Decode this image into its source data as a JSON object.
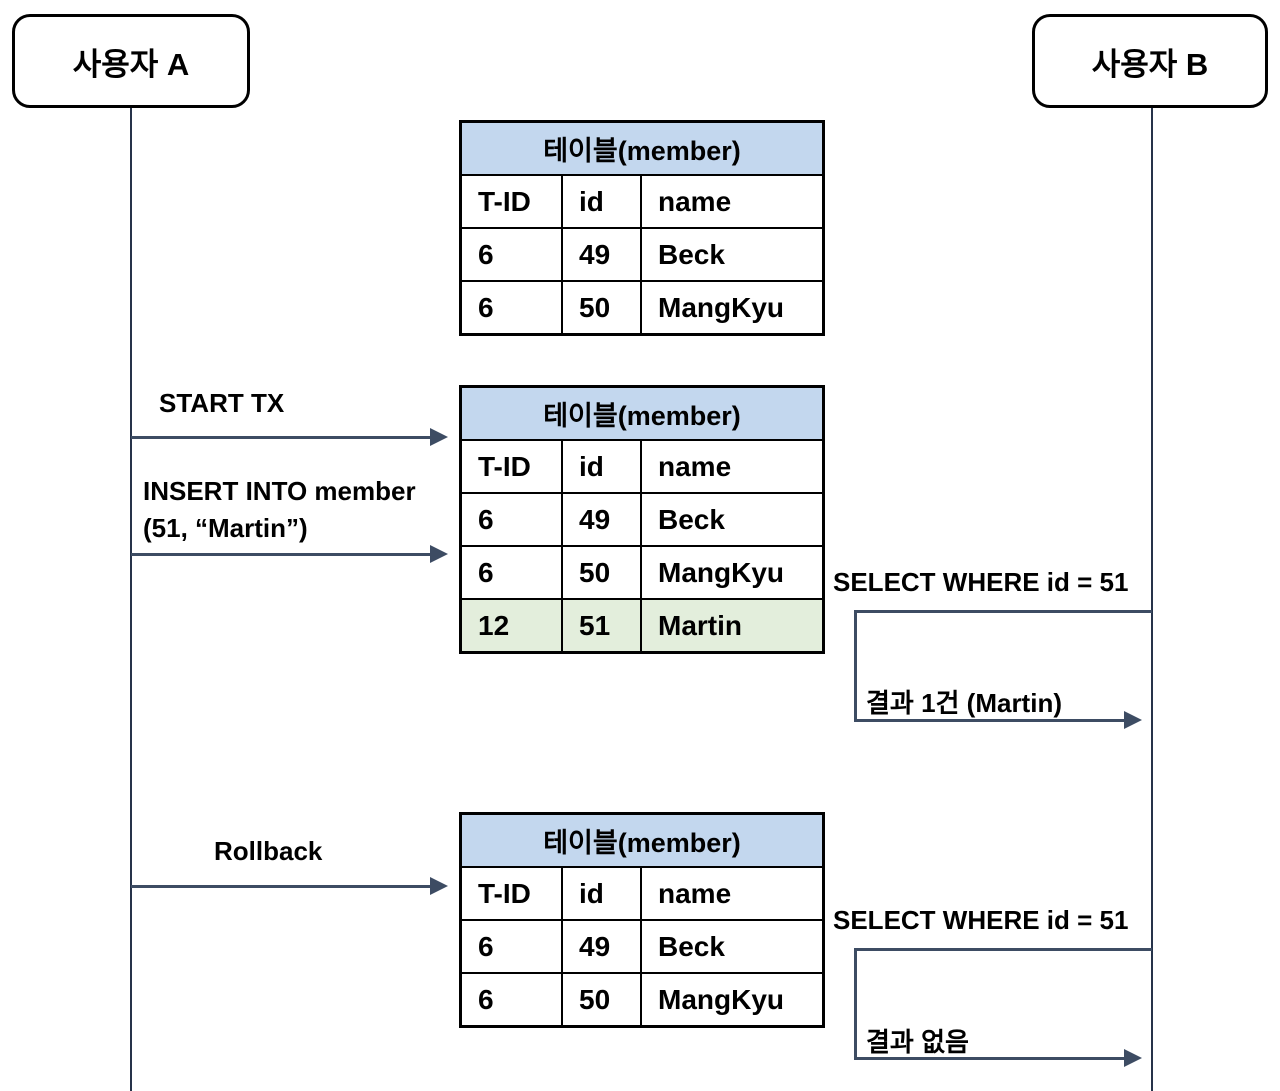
{
  "actors": {
    "a": "사용자 A",
    "b": "사용자 B"
  },
  "tables": [
    {
      "title": "테이블(member)",
      "columns": [
        "T-ID",
        "id",
        "name"
      ],
      "rows": [
        [
          "6",
          "49",
          "Beck"
        ],
        [
          "6",
          "50",
          "MangKyu"
        ]
      ]
    },
    {
      "title": "테이블(member)",
      "columns": [
        "T-ID",
        "id",
        "name"
      ],
      "rows": [
        [
          "6",
          "49",
          "Beck"
        ],
        [
          "6",
          "50",
          "MangKyu"
        ],
        [
          "12",
          "51",
          "Martin"
        ]
      ],
      "highlighted_row_index": 2
    },
    {
      "title": "테이블(member)",
      "columns": [
        "T-ID",
        "id",
        "name"
      ],
      "rows": [
        [
          "6",
          "49",
          "Beck"
        ],
        [
          "6",
          "50",
          "MangKyu"
        ]
      ]
    }
  ],
  "messages": {
    "start_tx": "START TX",
    "insert_line1": "INSERT INTO member",
    "insert_line2": "(51, “Martin”)",
    "rollback": "Rollback",
    "select1": "SELECT WHERE id = 51",
    "result1": "결과 1건 (Martin)",
    "select2": "SELECT WHERE id = 51",
    "result2": "결과 없음"
  },
  "colors": {
    "table_header_fill": "#c3d7ee",
    "highlight_row_fill": "#e3eedc",
    "arrow": "#3d4c63",
    "lifeline": "#26334a",
    "border": "#000000",
    "background": "#ffffff"
  }
}
